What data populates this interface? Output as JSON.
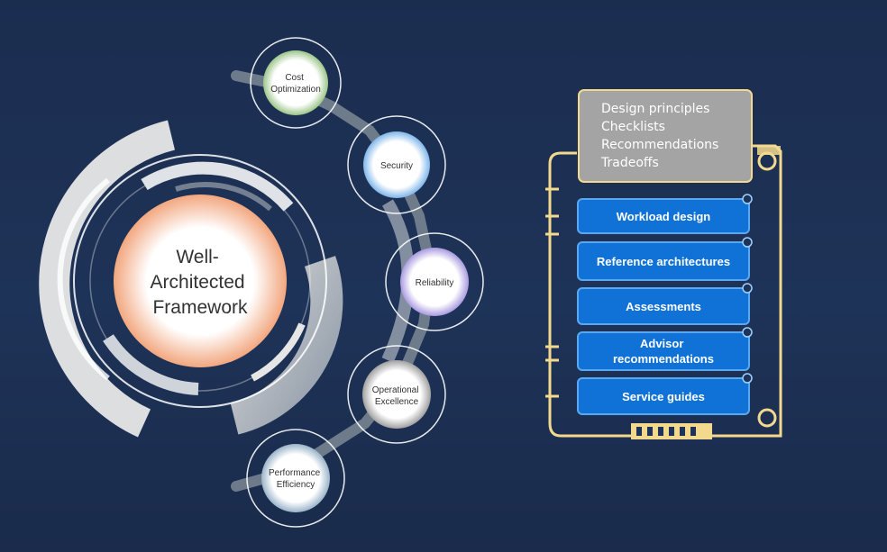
{
  "center": {
    "label_lines": [
      "Well-",
      "Architected",
      "Framework"
    ],
    "fill": "#f3b08e"
  },
  "pillars": [
    {
      "id": "cost",
      "lines": [
        "Cost",
        "Optimization"
      ],
      "ring_color": "#8fbf7a"
    },
    {
      "id": "security",
      "lines": [
        "Security"
      ],
      "ring_color": "#7fb6ea"
    },
    {
      "id": "reliability",
      "lines": [
        "Reliability"
      ],
      "ring_color": "#a99ae0"
    },
    {
      "id": "operational",
      "lines": [
        "Operational",
        "Excellence"
      ],
      "ring_color": "#9a9a9a"
    },
    {
      "id": "performance",
      "lines": [
        "Performance",
        "Efficiency"
      ],
      "ring_color": "#8fa8c0"
    }
  ],
  "panel": {
    "top_lines": [
      "Design principles",
      "Checklists",
      "Recommendations",
      "Tradeoffs"
    ],
    "items": [
      {
        "lines": [
          "Workload design"
        ]
      },
      {
        "lines": [
          "Reference architectures"
        ]
      },
      {
        "lines": [
          "Assessments"
        ]
      },
      {
        "lines": [
          "Advisor",
          "recommendations"
        ]
      },
      {
        "lines": [
          "Service guides"
        ]
      }
    ],
    "colors": {
      "frame": "#f3d98e",
      "header_box": "#a4a4a4",
      "item_fill": "#1072d6",
      "item_border": "#5aa9f0"
    }
  }
}
